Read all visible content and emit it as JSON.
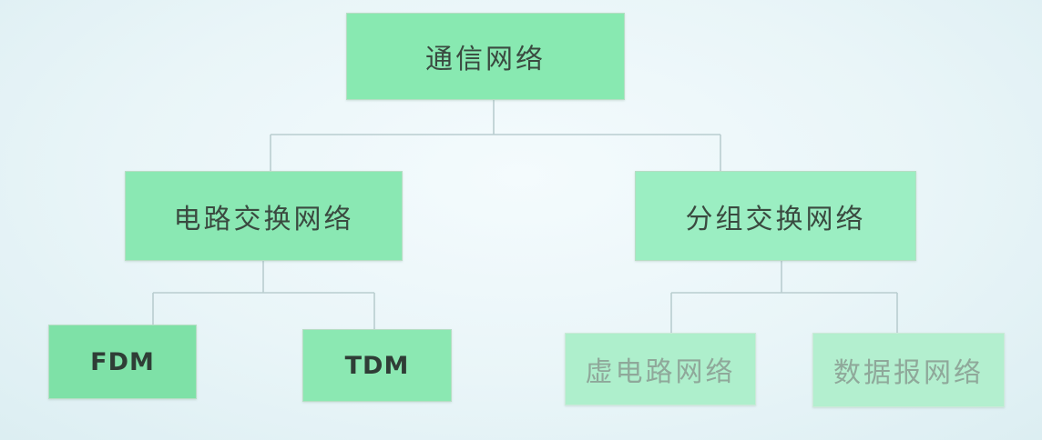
{
  "diagram": {
    "root": {
      "label": "通信网络"
    },
    "circuit_switching": {
      "label": "电路交换网络"
    },
    "packet_switching": {
      "label": "分组交换网络"
    },
    "fdm": {
      "label": "FDM"
    },
    "tdm": {
      "label": "TDM"
    },
    "virtual_circuit": {
      "label": "虚电路网络"
    },
    "datagram": {
      "label": "数据报网络"
    }
  },
  "colors": {
    "node_fill": "#88e9b1",
    "node_fill_faded": "#b3efcf",
    "connector": "#b9cdd0",
    "background": "#e9f5f8"
  }
}
